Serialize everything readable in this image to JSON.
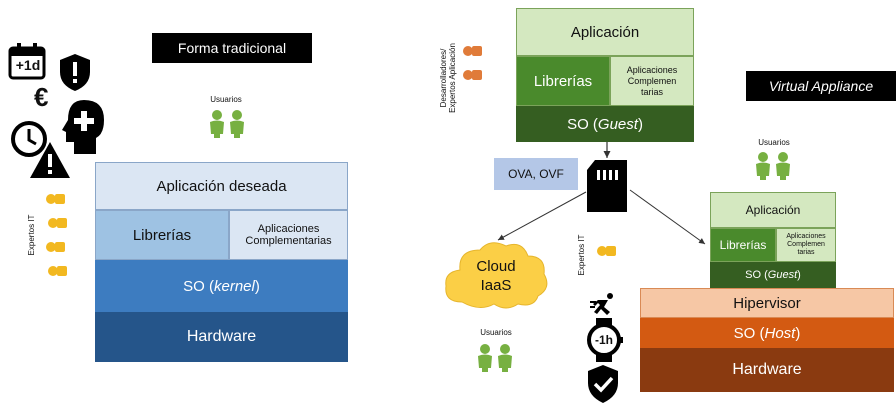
{
  "left": {
    "title": "Forma tradicional",
    "users_label": "Usuarios",
    "experts_label": "Expertos IT",
    "calendar_text": "+1d",
    "euro_symbol": "€",
    "stack": {
      "app": "Aplicación deseada",
      "libs": "Librerías",
      "comp": "Aplicaciones Complementarias",
      "os_prefix": "SO (",
      "os_italic": "kernel",
      "os_suffix": ")",
      "hw": "Hardware"
    }
  },
  "middle": {
    "devs_label_line1": "Desarrolladores/",
    "devs_label_line2": "Expertos Aplicación",
    "stack": {
      "app": "Aplicación",
      "libs": "Librerías",
      "comp_line1": "Aplicaciones",
      "comp_line2": "Complemen",
      "comp_line3": "tarias",
      "os_prefix": "SO (",
      "os_italic": "Guest",
      "os_suffix": ")"
    },
    "format_tag": "OVA, OVF",
    "cloud_line1": "Cloud",
    "cloud_line2": "IaaS",
    "users_label": "Usuarios",
    "experts_label": "Expertos IT",
    "time_text": "-1h"
  },
  "right": {
    "title": "Virtual Appliance",
    "users_label": "Usuarios",
    "stack": {
      "app": "Aplicación",
      "libs": "Librerías",
      "comp_line1": "Aplicaciones",
      "comp_line2": "Complemen",
      "comp_line3": "tarias",
      "os_guest_prefix": "SO (",
      "os_guest_italic": "Guest",
      "os_guest_suffix": ")",
      "hypervisor": "Hipervisor",
      "os_host_prefix": "SO (",
      "os_host_italic": "Host",
      "os_host_suffix": ")",
      "hw": "Hardware"
    }
  },
  "colors": {
    "person_green": "#77b041",
    "person_orange": "#e07b39",
    "person_yellow": "#f2b820",
    "light_blue": "#dbe6f3",
    "mid_blue": "#9ec2e3",
    "blue": "#3d7cc0",
    "dark_blue": "#25558a",
    "light_green": "#d4e8c0",
    "mid_green": "#4a8a2c",
    "dark_green": "#355e21",
    "peach": "#f6c7a5",
    "orange": "#d35a12",
    "brown": "#8a3a10",
    "cloud": "#fbcf46",
    "tag_blue": "#b4c7e7"
  }
}
